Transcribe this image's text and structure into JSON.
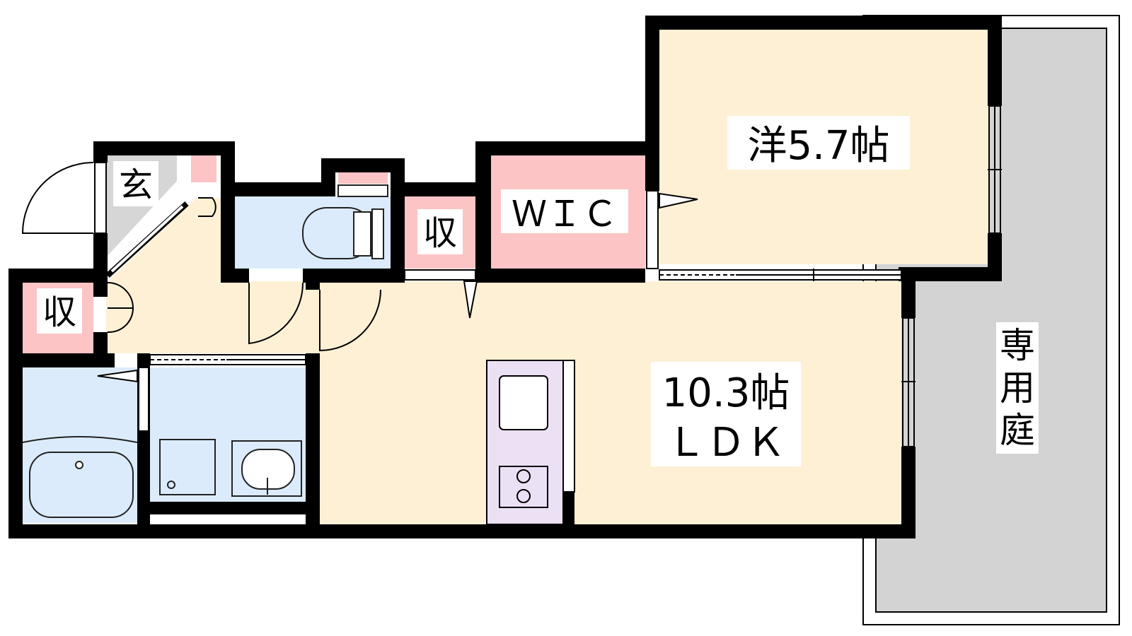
{
  "colors": {
    "wall": "#000000",
    "living": "#fdf0d5",
    "storage": "#fcc4c4",
    "wet": "#dcebfb",
    "entrance": "#d6d6d6",
    "garden": "#d3d3d3",
    "kitchen": "#ece0f4"
  },
  "rooms": {
    "western": "洋5.7帖",
    "wic": "ＷＩＣ",
    "ldk_size": "10.3帖",
    "ldk_name": "ＬＤＫ",
    "storage_center": "収",
    "storage_left": "収",
    "entrance": "玄",
    "garden": [
      "専",
      "用",
      "庭"
    ]
  }
}
